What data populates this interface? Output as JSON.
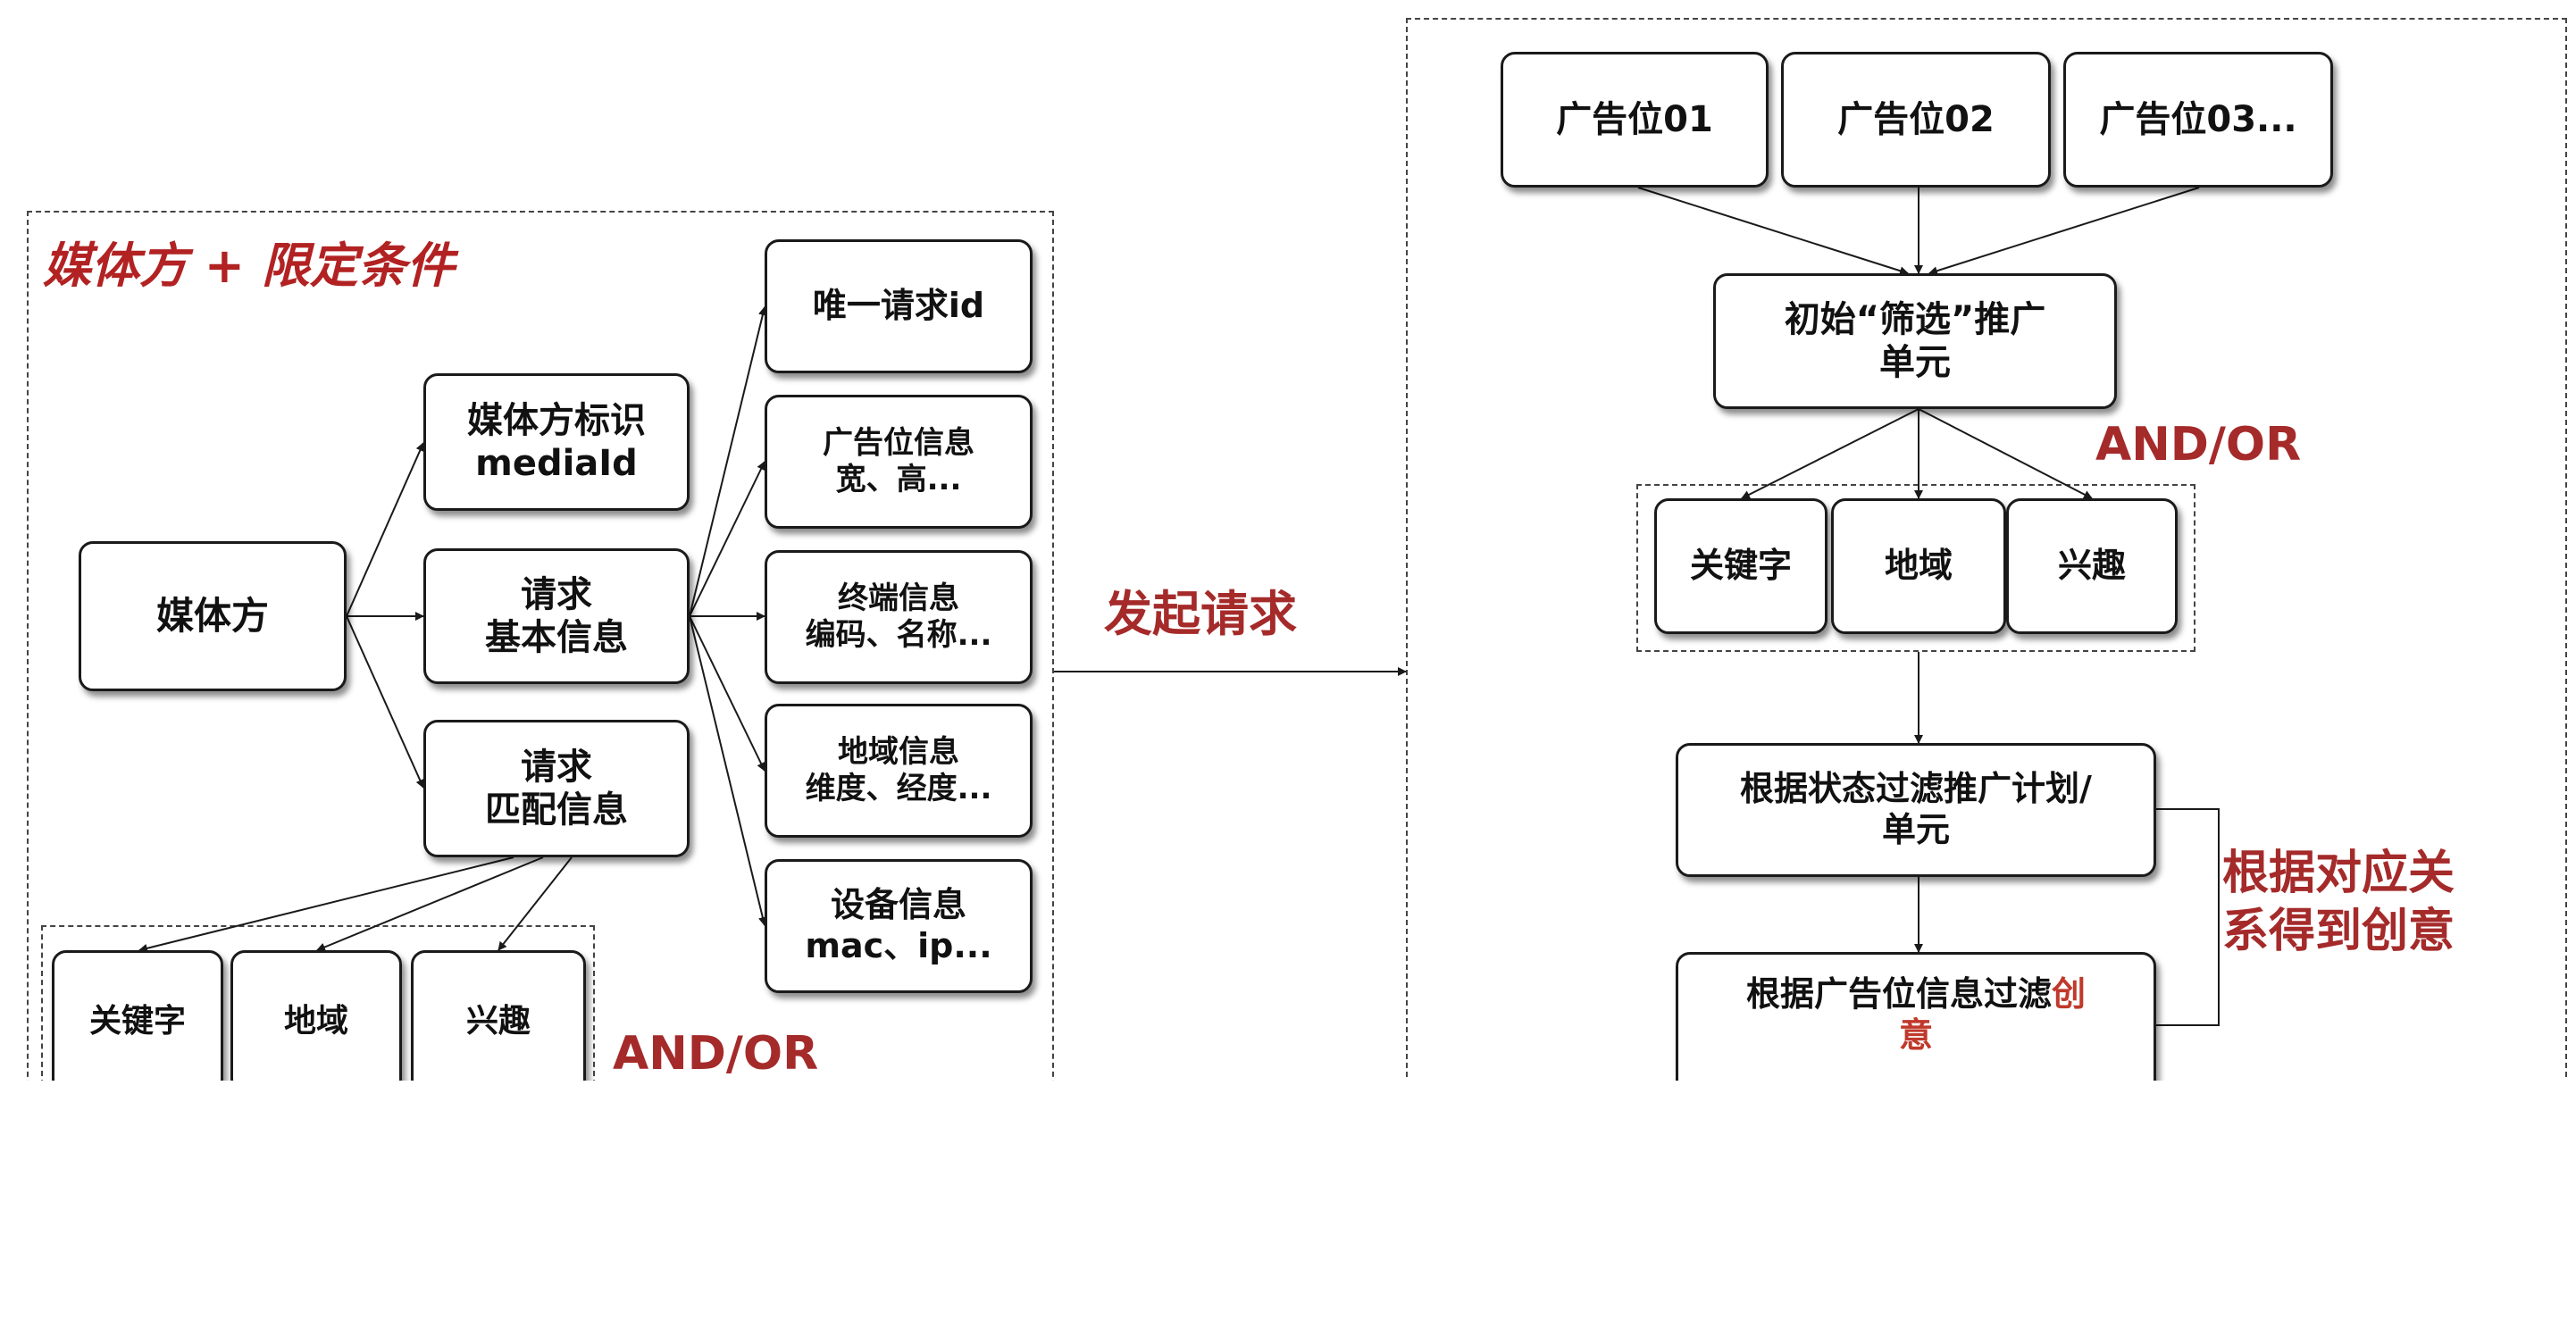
{
  "colors": {
    "accent_red": "#a52a2a",
    "line": "#1a1a1a"
  },
  "left": {
    "title": "媒体方 + 限定条件",
    "source": "媒体方",
    "media_id": "媒体方标识\nmediaId",
    "req_basic": "请求\n基本信息",
    "req_match": "请求\n匹配信息",
    "details": {
      "request_id": "唯一请求id",
      "ad_slot": "广告位信息\n宽、高...",
      "terminal": "终端信息\n编码、名称...",
      "region": "地域信息\n维度、经度...",
      "device": "设备信息\nmac、ip..."
    },
    "match_items": [
      "关键字",
      "地域",
      "兴趣"
    ],
    "and_or": "AND/OR"
  },
  "middle": {
    "request_label": "发起请求"
  },
  "right": {
    "slots": [
      "广告位01",
      "广告位02",
      "广告位03..."
    ],
    "initial_filter": "初始“筛选”推广\n单元",
    "and_or": "AND/OR",
    "criteria": [
      "关键字",
      "地域",
      "兴趣"
    ],
    "status_filter": "根据状态过滤推广计划/\n单元",
    "side_label": "根据对应关\n系得到创意",
    "creative_filter_prefix": "根据广告位信息过滤",
    "creative_filter_red": "创",
    "creative_filter_suffix": "意"
  }
}
